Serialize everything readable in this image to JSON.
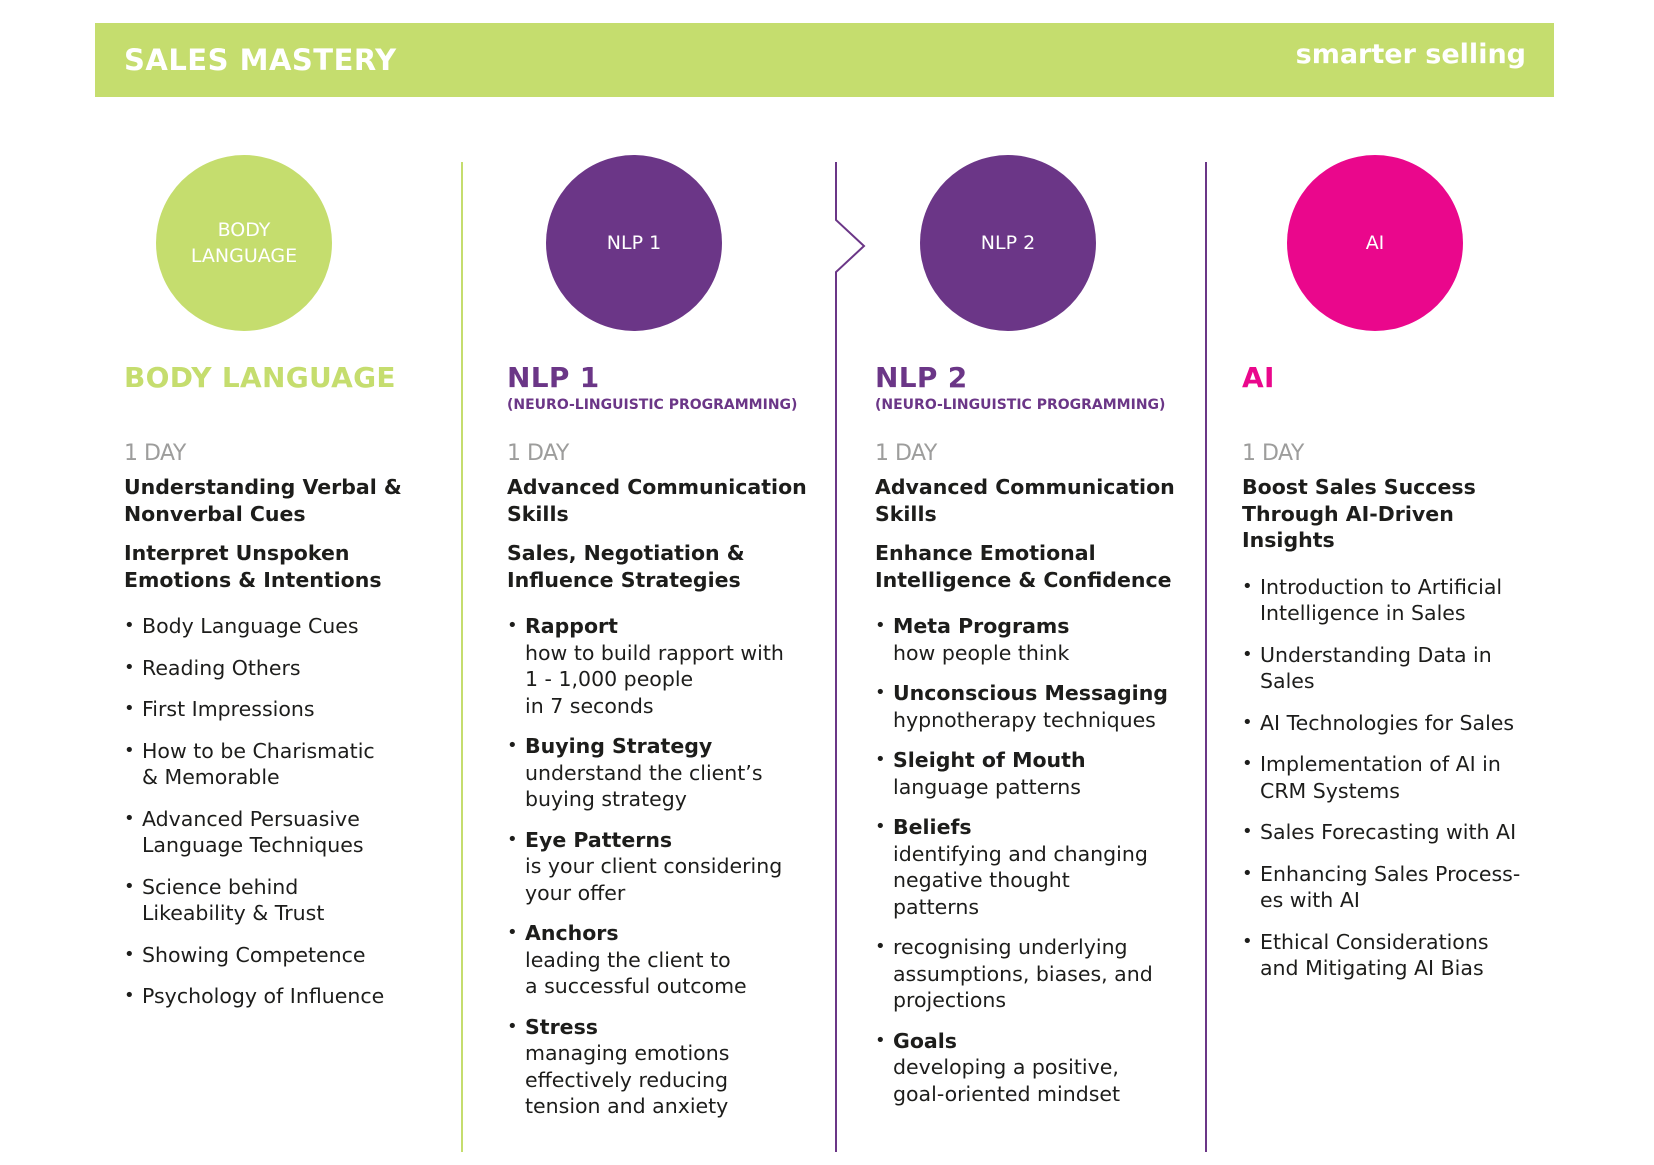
{
  "header": {
    "title": "SALES MASTERY",
    "tagline": "smarter selling"
  },
  "colors": {
    "green": "#c5dd6e",
    "purple": "#6b3687",
    "pink": "#ea078c",
    "grey": "#9d9d9c"
  },
  "courses": [
    {
      "circle_label": "BODY\nLANGUAGE",
      "title": "BODY LANGUAGE",
      "duration": "1 DAY",
      "headlines": [
        "Understanding Verbal & Nonverbal Cues",
        "Interpret Unspoken Emotions & Intentions"
      ],
      "bullets": [
        "Body Language Cues",
        "Reading Others",
        "First Impressions",
        "How to be Charismatic\n& Memorable",
        "Advanced Persuasive\nLanguage Techniques",
        "Science behind\nLikeability & Trust",
        "Showing Competence",
        "Psychology of Influence"
      ]
    },
    {
      "circle_label": "NLP 1",
      "title": "NLP 1",
      "subtitle": "(NEURO-LINGUISTIC PROGRAMMING)",
      "duration": "1 DAY",
      "headlines": [
        "Advanced Communication Skills",
        "Sales, Negotiation & Influence Strategies"
      ],
      "bullets": [
        {
          "title": "Rapport",
          "desc": "how to build rapport with\n1 - 1,000 people\nin 7 seconds"
        },
        {
          "title": "Buying Strategy",
          "desc": "understand the client’s\nbuying strategy"
        },
        {
          "title": "Eye Patterns",
          "desc": "is your client considering\nyour offer"
        },
        {
          "title": "Anchors",
          "desc": "leading the client to\na successful outcome"
        },
        {
          "title": "Stress",
          "desc": "managing emotions\neffectively reducing\ntension and anxiety"
        }
      ]
    },
    {
      "circle_label": "NLP 2",
      "title": "NLP 2",
      "subtitle": "(NEURO-LINGUISTIC PROGRAMMING)",
      "duration": "1 DAY",
      "headlines": [
        "Advanced Communication Skills",
        "Enhance Emotional Intelligence & Confidence"
      ],
      "bullets": [
        {
          "title": "Meta Programs",
          "desc": "how people think"
        },
        {
          "title": "Unconscious Messaging",
          "desc": "hypnotherapy techniques"
        },
        {
          "title": "Sleight of Mouth",
          "desc": "language patterns"
        },
        {
          "title": "Beliefs",
          "desc": "identifying and changing\nnegative thought\npatterns"
        },
        {
          "title": "",
          "desc": "recognising underlying\nassumptions, biases, and\nprojections"
        },
        {
          "title": "Goals",
          "desc": "developing a positive,\ngoal-oriented mindset"
        }
      ]
    },
    {
      "circle_label": "AI",
      "title": "AI",
      "duration": "1 DAY",
      "headlines": [
        "Boost Sales Success Through AI-Driven Insights"
      ],
      "bullets": [
        "Introduction to Artificial\nIntelligence in Sales",
        "Understanding Data in\nSales",
        "AI Technologies for Sales",
        "Implementation of AI in\nCRM Systems",
        "Sales Forecasting with AI",
        "Enhancing Sales Process-\nes with AI",
        "Ethical Considerations\nand Mitigating AI Bias"
      ]
    }
  ]
}
